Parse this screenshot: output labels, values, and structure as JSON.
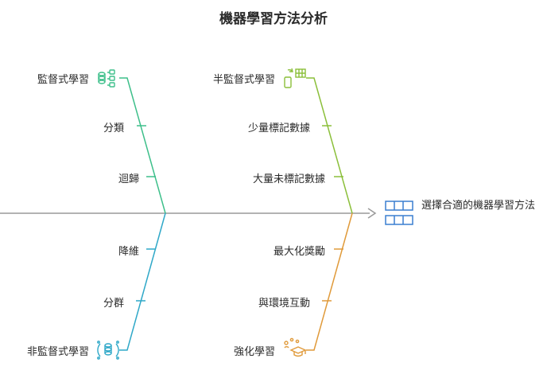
{
  "title": "機器學習方法分析",
  "goal": "選擇合適的機器學習方法",
  "branches": {
    "supervised": {
      "label": "監督式學習",
      "icon": "database-icon",
      "color": "#3dbf8a",
      "items": [
        "分類",
        "迴歸"
      ]
    },
    "semi_supervised": {
      "label": "半監督式學習",
      "icon": "device-grid-icon",
      "color": "#8bbf3a",
      "items": [
        "少量標記數據",
        "大量未標記數據"
      ]
    },
    "unsupervised": {
      "label": "非監督式學習",
      "icon": "database-cluster-icon",
      "color": "#2fa8c8",
      "items": [
        "降維",
        "分群"
      ]
    },
    "reinforcement": {
      "label": "強化學習",
      "icon": "graduation-cap-icon",
      "color": "#e09a3a",
      "items": [
        "最大化獎勵",
        "與環境互動"
      ]
    }
  },
  "colors": {
    "spine": "#9a9a9a",
    "goal_icon": "#3a7fd0"
  }
}
